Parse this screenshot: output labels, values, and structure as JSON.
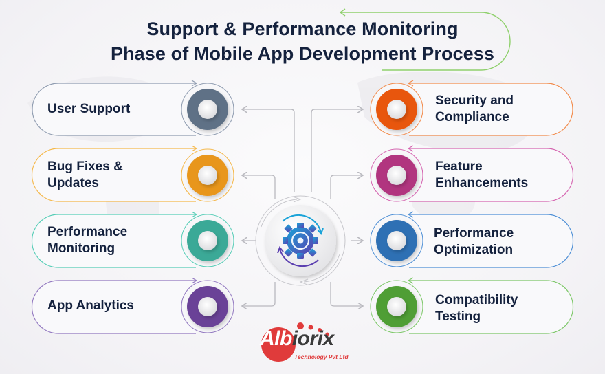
{
  "title": {
    "line1": "Support & Performance Monitoring",
    "line2": "Phase of Mobile App Development Process"
  },
  "left_items": [
    {
      "line1": "User Support",
      "line2": "",
      "color": "#5f7186",
      "ring": "#7d8da3"
    },
    {
      "line1": "Bug Fixes &",
      "line2": "Updates",
      "color": "#e8961e",
      "ring": "#f5b84a"
    },
    {
      "line1": "Performance",
      "line2": "Monitoring",
      "color": "#3aa997",
      "ring": "#55cdb6"
    },
    {
      "line1": "App Analytics",
      "line2": "",
      "color": "#6a4397",
      "ring": "#9278c0"
    }
  ],
  "right_items": [
    {
      "line1": "Security and",
      "line2": "Compliance",
      "color": "#e8570f",
      "ring": "#f28a4a"
    },
    {
      "line1": "Feature",
      "line2": "Enhancements",
      "color": "#b1357f",
      "ring": "#d565b0"
    },
    {
      "line1": "Performance",
      "line2": "Optimization",
      "color": "#2f6fb4",
      "ring": "#4d8fd6"
    },
    {
      "line1": "Compatibility",
      "line2": "Testing",
      "color": "#4f9e36",
      "ring": "#7cc767"
    }
  ],
  "center": {
    "icon": "gear-cycle-icon"
  },
  "logo": {
    "brand_prefix": "Alb",
    "brand_suffix": "iorix",
    "tagline": "Technology Pvt Ltd",
    "color": "#e03b3b"
  },
  "colors": {
    "title": "#14213d",
    "connector": "#b9b9bf",
    "title_arc": "#8fd06c"
  }
}
